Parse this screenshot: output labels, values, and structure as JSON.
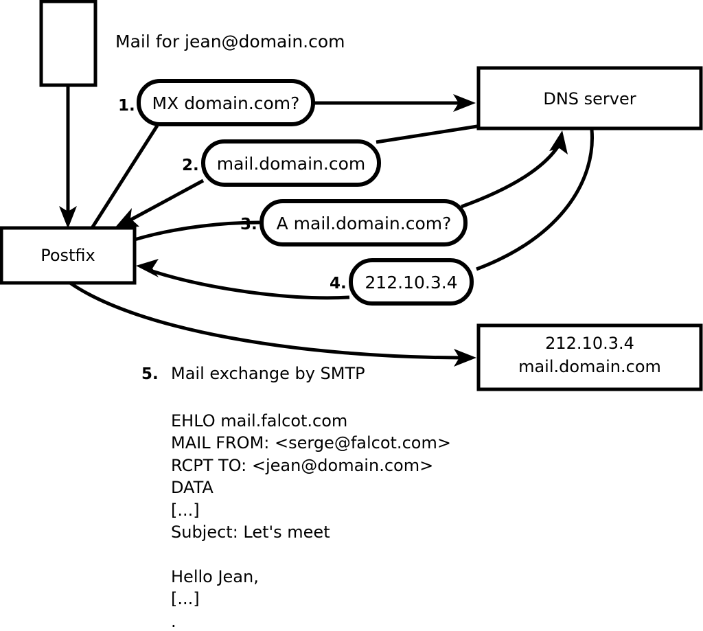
{
  "diagram": {
    "title_text": "Mail for jean@domain.com",
    "nodes": [
      {
        "id": "sender-box",
        "label": ""
      },
      {
        "id": "postfix-box",
        "label": "Postfix"
      },
      {
        "id": "dns-box",
        "label": "DNS server"
      },
      {
        "id": "mailserver-box",
        "label_line1": "212.10.3.4",
        "label_line2": "mail.domain.com"
      }
    ],
    "steps": [
      {
        "number": "1.",
        "text": "MX domain.com?"
      },
      {
        "number": "2.",
        "text": "mail.domain.com"
      },
      {
        "number": "3.",
        "text": "A mail.domain.com?"
      },
      {
        "number": "4.",
        "text": "212.10.3.4"
      }
    ],
    "step5": {
      "number": "5.",
      "caption": "Mail exchange by SMTP"
    },
    "smtp_transcript": [
      "EHLO mail.falcot.com",
      "MAIL FROM: <serge@falcot.com>",
      "RCPT TO: <jean@domain.com>",
      "DATA",
      "[...]",
      "Subject: Let's meet",
      "",
      "Hello Jean,",
      "[...]",
      "."
    ],
    "colors": {
      "stroke": "#000000",
      "fill": "#ffffff",
      "background": "#ffffff"
    }
  }
}
